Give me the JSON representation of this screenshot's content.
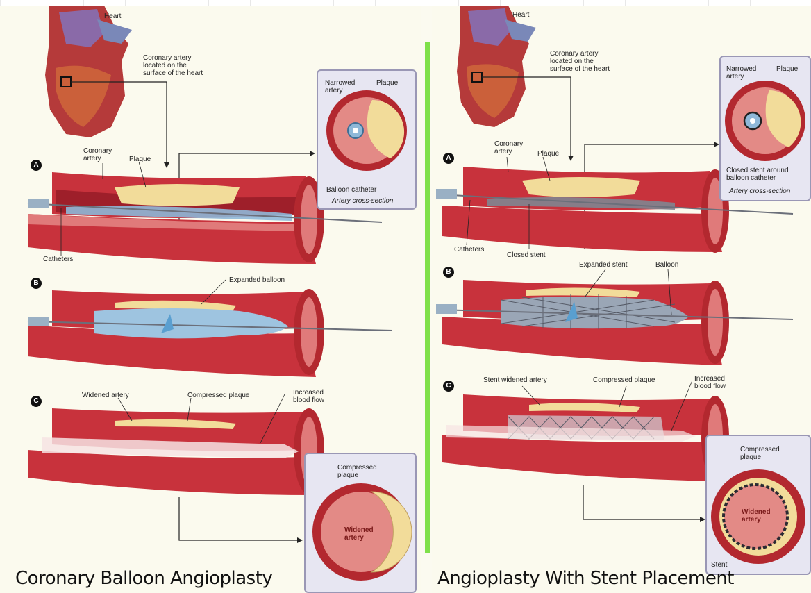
{
  "left": {
    "title": "Coronary Balloon Angioplasty",
    "labels": {
      "heart": "Heart",
      "coronary_artery_location": "Coronary artery\nlocated on the\nsurface of the heart",
      "narrowed_artery": "Narrowed\nartery",
      "plaque_inset": "Plaque",
      "coronary_artery": "Coronary\nartery",
      "plaque": "Plaque",
      "balloon_catheter": "Balloon catheter",
      "artery_cross_section": "Artery cross-section",
      "catheters": "Catheters",
      "expanded_balloon": "Expanded balloon",
      "widened_artery": "Widened artery",
      "compressed_plaque": "Compressed plaque",
      "increased_blood_flow": "Increased\nblood flow",
      "compressed_plaque_inset": "Compressed\nplaque",
      "widened_artery_inset": "Widened\nartery"
    },
    "stages": [
      "A",
      "B",
      "C"
    ]
  },
  "right": {
    "title": "Angioplasty With Stent Placement",
    "labels": {
      "heart": "Heart",
      "coronary_artery_location": "Coronary artery\nlocated on the\nsurface of the heart",
      "narrowed_artery": "Narrowed\nartery",
      "plaque_inset": "Plaque",
      "coronary_artery": "Coronary\nartery",
      "plaque": "Plaque",
      "closed_stent_inset": "Closed stent around\nballoon catheter",
      "artery_cross_section": "Artery cross-section",
      "catheters": "Catheters",
      "closed_stent": "Closed stent",
      "expanded_stent": "Expanded stent",
      "balloon": "Balloon",
      "stent_widened_artery": "Stent widened artery",
      "compressed_plaque": "Compressed plaque",
      "increased_blood_flow": "Increased\nblood flow",
      "compressed_plaque_inset": "Compressed\nplaque",
      "widened_artery_inset": "Widened\nartery",
      "stent": "Stent"
    },
    "stages": [
      "A",
      "B",
      "C"
    ]
  },
  "colors": {
    "artery_wall": "#c8323c",
    "artery_dark": "#9e1f2a",
    "artery_inner": "#e07a7a",
    "plaque": "#f2dc9a",
    "balloon": "#8fb8d8",
    "stent": "#6b6f7a",
    "divider": "#7fe04a",
    "inset_bg": "#e7e6f2"
  }
}
